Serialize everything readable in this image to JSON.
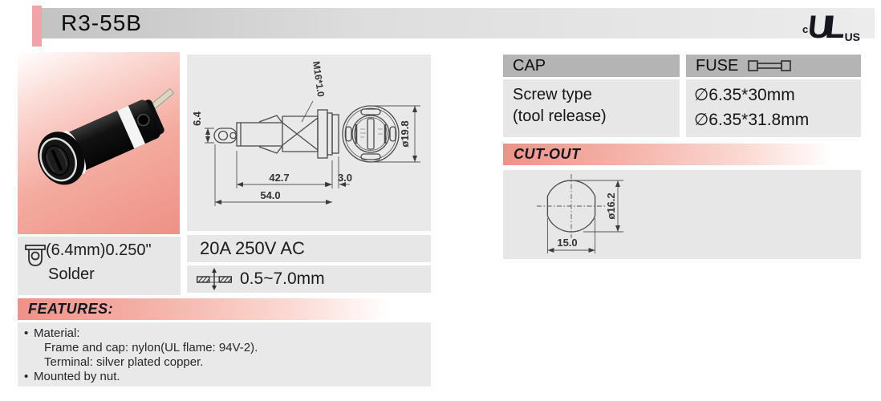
{
  "header": {
    "title": "R3-55B",
    "certification": {
      "prefix": "c",
      "mark": "UL",
      "suffix": "US"
    }
  },
  "drawing": {
    "thread_label": "M16*1.0",
    "dim_terminal_height": "6.4",
    "dim_body_length": "42.7",
    "dim_cap_protrusion": "3.0",
    "dim_total_length": "54.0",
    "dim_front_diameter": "ø19.8"
  },
  "cap_fuse": {
    "cap_header": "CAP",
    "cap_type_line1": "Screw type",
    "cap_type_line2": "(tool release)",
    "fuse_header": "FUSE",
    "fuse_size_1": "∅6.35*30mm",
    "fuse_size_2": "∅6.35*31.8mm"
  },
  "cutout": {
    "heading": "CUT-OUT",
    "dim_diameter": "ø16.2",
    "dim_width": "15.0"
  },
  "specs": {
    "terminal_size": "(6.4mm)0.250\"",
    "terminal_type": "Solder",
    "electrical_rating": "20A 250V AC",
    "panel_thickness": "0.5~7.0mm"
  },
  "features": {
    "heading": "FEATURES:",
    "lines": [
      {
        "bullet": "•",
        "text": "Material:"
      },
      {
        "bullet": "",
        "text": "Frame and cap: nylon(UL flame: 94V-2)."
      },
      {
        "bullet": "",
        "text": "Terminal: silver plated copper."
      },
      {
        "bullet": "•",
        "text": "Mounted by nut."
      }
    ]
  },
  "colors": {
    "accent_pink": "#f2a3a8",
    "heading_gradient_start": "#ee9287",
    "table_header_gray": "#b4b4b4",
    "panel_gray": "#e7e7e7",
    "drawing_line": "#4b4b4b"
  }
}
